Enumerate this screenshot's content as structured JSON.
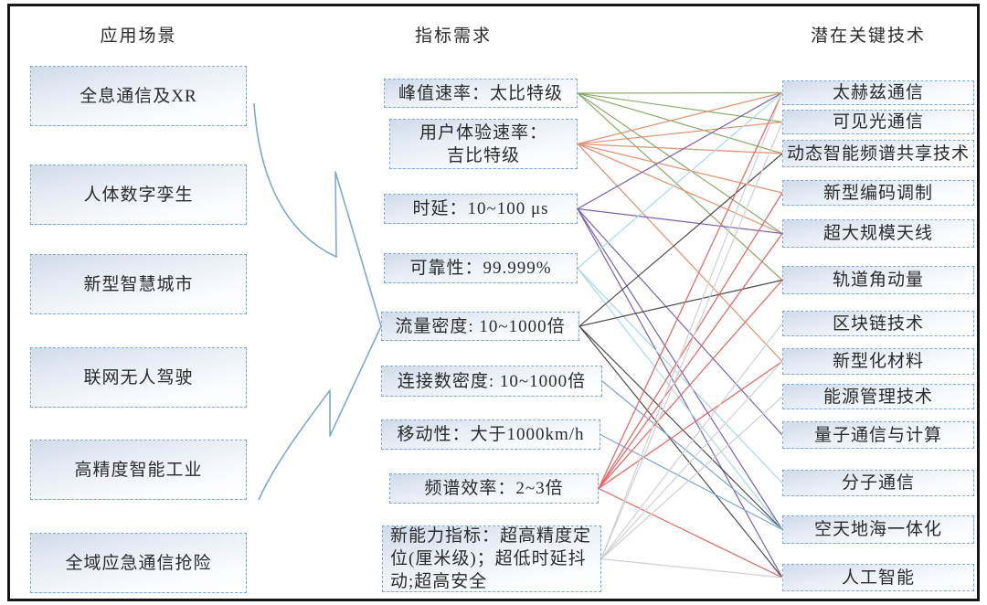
{
  "columns": {
    "scenarios": {
      "header": "应用场景",
      "items": [
        "全息通信及XR",
        "人体数字孪生",
        "新型智慧城市",
        "联网无人驾驶",
        "高精度智能工业",
        "全域应急通信抢险"
      ]
    },
    "requirements": {
      "header": "指标需求",
      "items": [
        "峰值速率：太比特级",
        "用户体验速率：\n吉比特级",
        "时延：10~100 μs",
        "可靠性：99.999%",
        "流量密度: 10~1000倍",
        "连接数密度: 10~1000倍",
        "移动性：大于1000km/h",
        "频谱效率：2~3倍",
        "新能力指标：超高精度定位(厘米级)；超低时延抖动;超高安全"
      ]
    },
    "technologies": {
      "header": "潜在关键技术",
      "items": [
        "太赫兹通信",
        "可见光通信",
        "动态智能频谱共享技术",
        "新型编码调制",
        "超大规模天线",
        "轨道角动量",
        "区块链技术",
        "新型化材料",
        "能源管理技术",
        "量子通信与计算",
        "分子通信",
        "空天地海一体化",
        "人工智能"
      ]
    }
  },
  "connections": [
    {
      "from": 0,
      "to": 0,
      "color": "#8aab6a"
    },
    {
      "from": 0,
      "to": 1,
      "color": "#8aab6a"
    },
    {
      "from": 0,
      "to": 2,
      "color": "#8aab6a"
    },
    {
      "from": 0,
      "to": 4,
      "color": "#8aab6a"
    },
    {
      "from": 0,
      "to": 5,
      "color": "#8aab6a"
    },
    {
      "from": 1,
      "to": 0,
      "color": "#e2926f"
    },
    {
      "from": 1,
      "to": 1,
      "color": "#e2926f"
    },
    {
      "from": 1,
      "to": 2,
      "color": "#e2926f"
    },
    {
      "from": 1,
      "to": 3,
      "color": "#e2926f"
    },
    {
      "from": 1,
      "to": 4,
      "color": "#e2926f"
    },
    {
      "from": 1,
      "to": 7,
      "color": "#e2926f"
    },
    {
      "from": 2,
      "to": 0,
      "color": "#7a62ae"
    },
    {
      "from": 2,
      "to": 4,
      "color": "#7a62ae"
    },
    {
      "from": 2,
      "to": 9,
      "color": "#7a62ae"
    },
    {
      "from": 2,
      "to": 11,
      "color": "#7a62ae"
    },
    {
      "from": 2,
      "to": 12,
      "color": "#7a62ae"
    },
    {
      "from": 3,
      "to": 0,
      "color": "#a5dbe8"
    },
    {
      "from": 3,
      "to": 10,
      "color": "#a5dbe8"
    },
    {
      "from": 3,
      "to": 11,
      "color": "#a5dbe8"
    },
    {
      "from": 4,
      "to": 2,
      "color": "#4d4d4d"
    },
    {
      "from": 4,
      "to": 5,
      "color": "#4d4d4d"
    },
    {
      "from": 4,
      "to": 11,
      "color": "#4d4d4d"
    },
    {
      "from": 4,
      "to": 12,
      "color": "#4d4d4d"
    },
    {
      "from": 5,
      "to": 11,
      "color": "#7fa3d6"
    },
    {
      "from": 6,
      "to": 11,
      "color": "#7fa3d6"
    },
    {
      "from": 7,
      "to": 0,
      "color": "#ef5f5f"
    },
    {
      "from": 7,
      "to": 3,
      "color": "#ef5f5f"
    },
    {
      "from": 7,
      "to": 4,
      "color": "#ef5f5f"
    },
    {
      "from": 7,
      "to": 5,
      "color": "#ef5f5f"
    },
    {
      "from": 7,
      "to": 7,
      "color": "#ef5f5f"
    },
    {
      "from": 7,
      "to": 12,
      "color": "#ef5f5f"
    },
    {
      "from": 8,
      "to": 0,
      "color": "#d0d0d0"
    },
    {
      "from": 8,
      "to": 1,
      "color": "#d0d0d0"
    },
    {
      "from": 8,
      "to": 6,
      "color": "#d0d0d0"
    },
    {
      "from": 8,
      "to": 7,
      "color": "#d0d0d0"
    },
    {
      "from": 8,
      "to": 8,
      "color": "#d0d0d0"
    },
    {
      "from": 8,
      "to": 12,
      "color": "#d0d0d0"
    }
  ],
  "colors": {
    "box_border": "#7fa8d4",
    "frame_border": "#151515",
    "arrow_stroke": "#7fa8d4",
    "text": "#2b2b2b",
    "line_green": "#8aab6a",
    "line_orange": "#e2926f",
    "line_purple": "#7a62ae",
    "line_cyan": "#a5dbe8",
    "line_dark": "#4d4d4d",
    "line_blue": "#7fa3d6",
    "line_red": "#ef5f5f",
    "line_gray": "#d0d0d0"
  }
}
